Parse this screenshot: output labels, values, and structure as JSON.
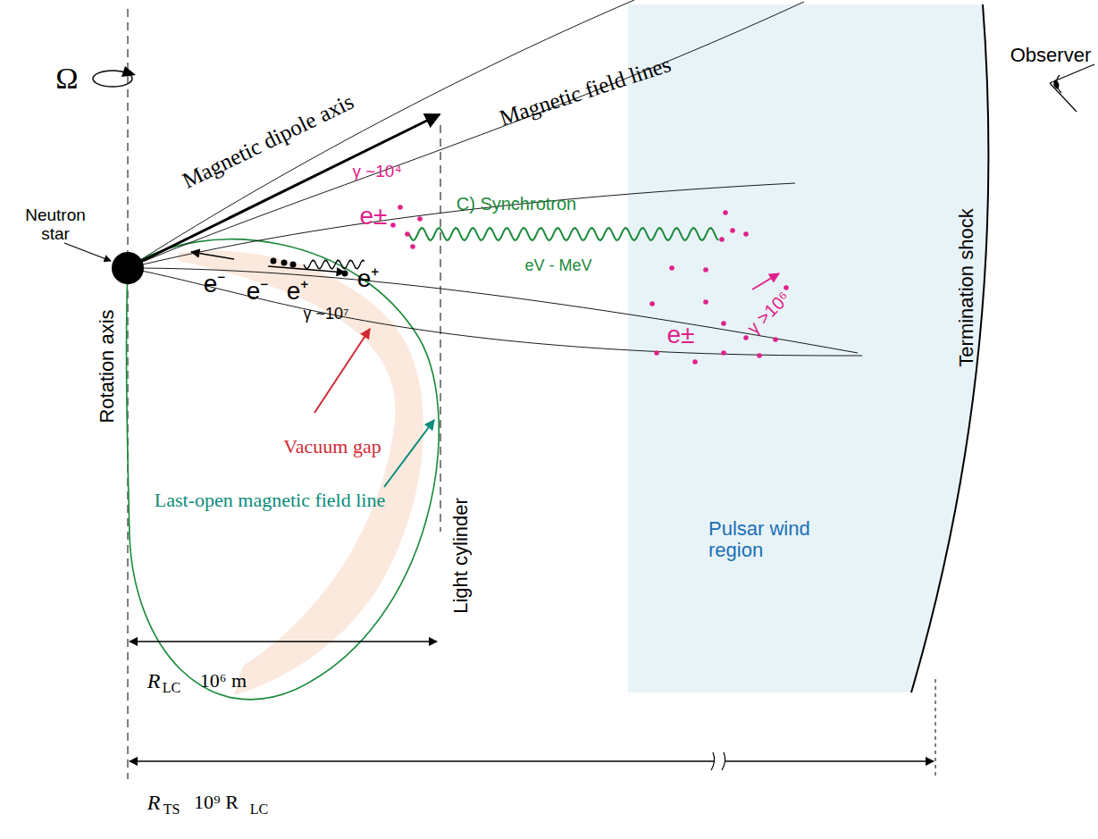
{
  "diagram": {
    "nodes": [
      {
        "text": [
          "Pulsar wind region"
        ]
      }
    ],
    "labels": [
      "Ω",
      "Neutron star",
      "Magnetic dipole axis",
      "Magnetic field lines",
      "Observer",
      "γ ~10⁴",
      "e±",
      "C)  Synchrotron",
      "eV - MeV",
      "e⁻",
      "e⁻",
      "e⁺",
      "e⁺",
      "γ ~10⁷",
      "e±",
      "γ >10⁶",
      "Vacuum gap",
      "Last-open magnetic field line",
      "Rotation axis",
      "Light cylinder",
      "Termination shock",
      "R",
      "LC",
      "10⁶ m",
      "R",
      "TS",
      "10⁹ R",
      "LC"
    ]
  }
}
